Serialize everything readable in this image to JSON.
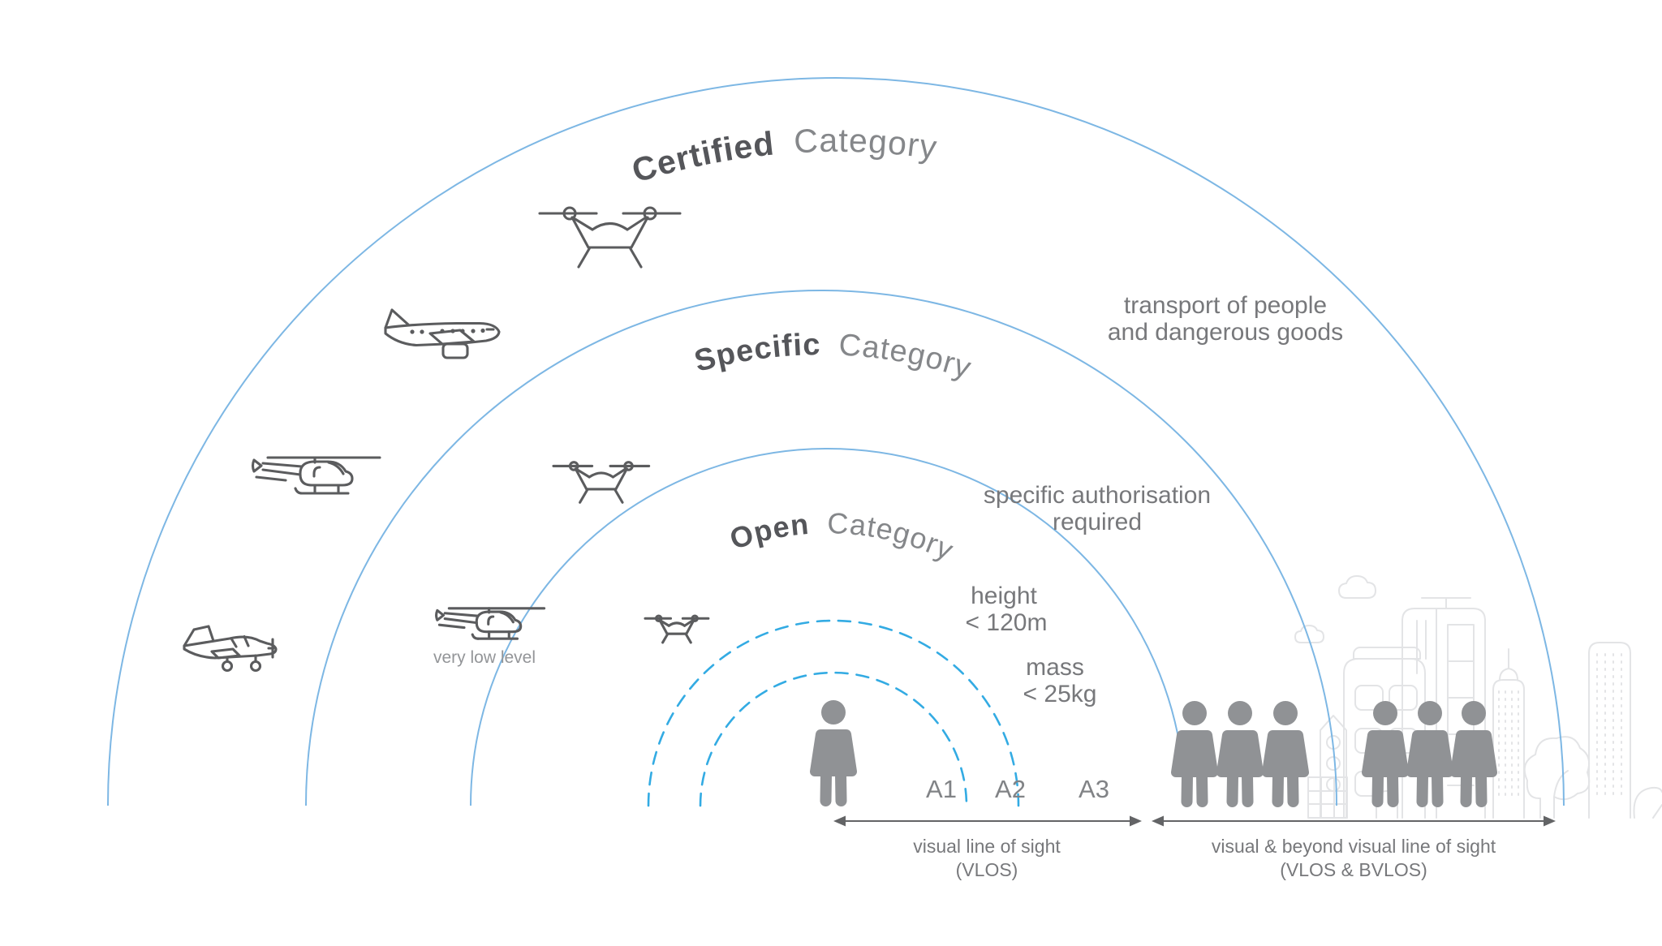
{
  "categories": {
    "certified": {
      "name_bold": "Certified",
      "name_light": "Category",
      "note": [
        "transport of people",
        "and dangerous goods"
      ]
    },
    "specific": {
      "name_bold": "Specific",
      "name_light": "Category",
      "note": [
        "specific authorisation",
        "required"
      ]
    },
    "open": {
      "name_bold": "Open",
      "name_light": "Category",
      "height_limit": [
        "height",
        "< 120m"
      ],
      "mass_limit": [
        "mass",
        "< 25kg"
      ],
      "subzones": [
        "A1",
        "A2",
        "A3"
      ]
    }
  },
  "labels": {
    "very_low_level": "very low level"
  },
  "ranges": {
    "vlos": {
      "line1": "visual line of sight",
      "line2": "(VLOS)"
    },
    "bvlos": {
      "line1": "visual & beyond visual line of sight",
      "line2": "(VLOS & BVLOS)"
    }
  },
  "icons": {
    "certified": [
      "drone-large-icon",
      "airliner-icon",
      "helicopter-icon",
      "light-aircraft-icon"
    ],
    "specific": [
      "drone-medium-icon",
      "helicopter-low-level-icon"
    ],
    "open": [
      "drone-small-icon"
    ],
    "scene": [
      "pilot-icon",
      "crowd-person-icon",
      "city-skyline",
      "cloud-icon",
      "tree-icon"
    ]
  },
  "colors": {
    "arc_blue": "#7db7e4",
    "dashed_blue": "#33abe3",
    "title_dark": "#55565a",
    "title_light": "#85878a",
    "text_gray": "#77787b",
    "icon_gray": "#5b5c5e",
    "people_gray": "#909295",
    "city_gray": "#e3e4e6",
    "arrow_gray": "#636466"
  }
}
